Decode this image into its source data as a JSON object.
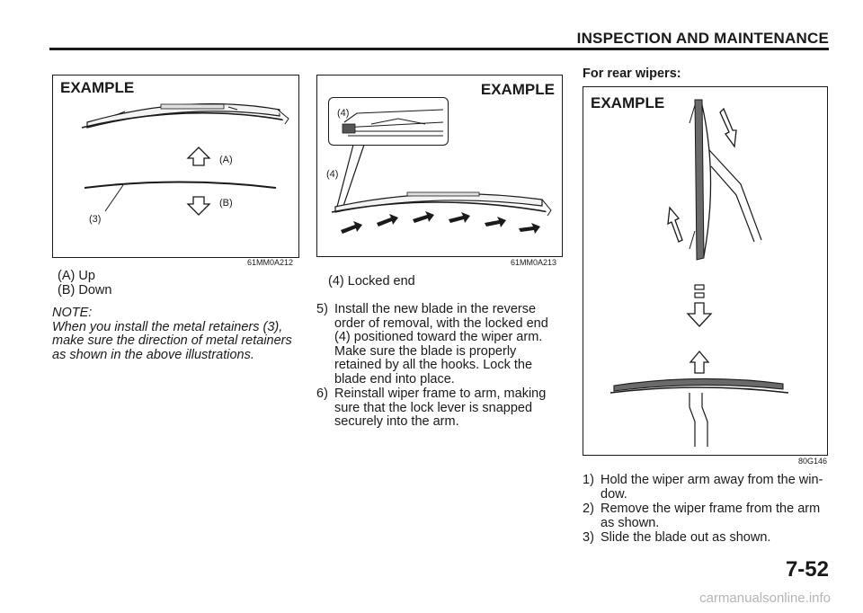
{
  "header": {
    "section_title": "INSPECTION AND MAINTENANCE"
  },
  "figure1": {
    "example_label": "EXAMPLE",
    "labels": {
      "up": "(A)",
      "down": "(B)",
      "retainer": "(3)"
    },
    "code": "61MM0A212"
  },
  "figure2": {
    "example_label": "EXAMPLE",
    "labels": {
      "inset": "(4)",
      "end": "(4)"
    },
    "code": "61MM0A213"
  },
  "figure3": {
    "example_label": "EXAMPLE",
    "code": "80G146"
  },
  "left_text": {
    "legend": [
      "(A) Up",
      "(B) Down"
    ],
    "note_title": "NOTE:",
    "note_lines": [
      "When you install the metal retainers (3),",
      "make sure the direction of metal retainers",
      "as shown in the above illustrations."
    ]
  },
  "middle_text": {
    "legend": "(4) Locked end",
    "steps": [
      {
        "num": "5)",
        "lines": [
          "Install the new blade in the reverse",
          "order of removal, with the locked end",
          "(4) positioned toward the wiper arm.",
          "Make sure the blade is properly",
          "retained by all the hooks. Lock the",
          "blade end into place."
        ]
      },
      {
        "num": "6)",
        "lines": [
          "Reinstall wiper frame to arm, making",
          "sure that the lock lever is snapped",
          "securely into the arm."
        ]
      }
    ]
  },
  "right_text": {
    "heading": "For rear wipers:",
    "steps": [
      {
        "num": "1)",
        "lines": [
          "Hold the wiper arm away from the win-",
          "dow."
        ]
      },
      {
        "num": "2)",
        "lines": [
          "Remove the wiper frame from the arm",
          "as shown."
        ]
      },
      {
        "num": "3)",
        "lines": [
          "Slide the blade out as shown."
        ]
      }
    ]
  },
  "page_number": "7-52",
  "watermark": "carmanualsonline.info"
}
